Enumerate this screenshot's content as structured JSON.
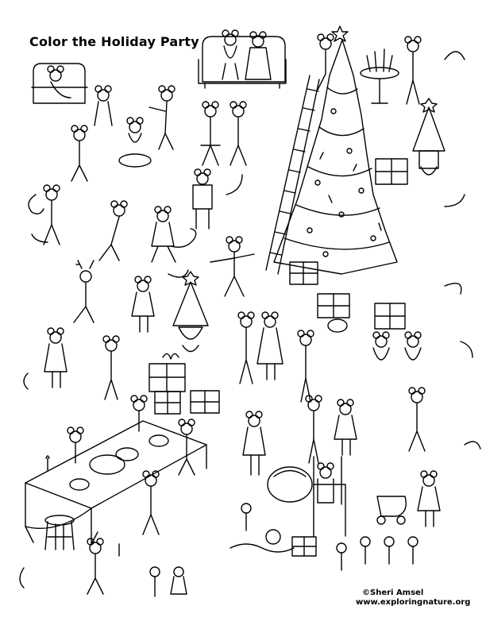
{
  "page": {
    "title": "Color the Holiday Party",
    "credit_author": "©Sheri Amsel",
    "credit_site": "www.exploringnature.org"
  },
  "style": {
    "ink": "#000000",
    "paper": "#ffffff"
  }
}
